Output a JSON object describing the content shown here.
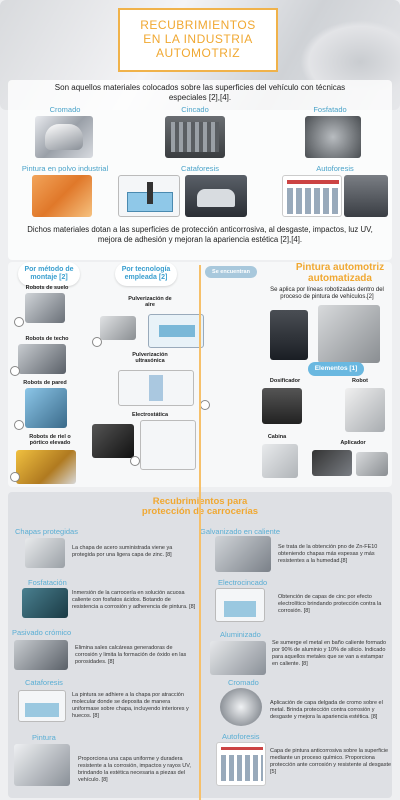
{
  "title": {
    "line1": "RECUBRIMIENTOS",
    "line2": "EN LA INDUSTRIA",
    "line3": "AUTOMOTRIZ"
  },
  "intro": "Son aquellos materiales colocados sobre las superficies del vehículo con técnicas especiales [2],[4].",
  "materials": [
    {
      "label": "Cromado"
    },
    {
      "label": "Cincado"
    },
    {
      "label": "Fosfatado"
    },
    {
      "label": "Pintura en polvo industrial"
    },
    {
      "label": "Cataforesis"
    },
    {
      "label": "Autoforesis"
    }
  ],
  "summary": "Dichos materiales dotan a las superficies de protección anticorrosiva, al desgaste, impactos, luz UV, mejora de adhesión y mejoran la apariencia estética [2],[4].",
  "mounting": {
    "pill": "Por método de montaje [2]",
    "items": [
      "Robots de suelo",
      "Robots de techo",
      "Robots de pared",
      "Robots de riel o pórtico elevado"
    ]
  },
  "technology": {
    "pill": "Por tecnología empleada [2]",
    "items": [
      "Pulverización de aire",
      "Pulverización ultrasónica",
      "Electrostática"
    ]
  },
  "connector": "Se encuentran",
  "painting": {
    "title": "Pintura automotriz automatizada",
    "desc": "Se aplica por líneas robotizadas dentro del proceso de pintura de vehículos.[2]",
    "elements_pill": "Elementos [1]",
    "elements": [
      "Dosificador",
      "Robot",
      "Cabina",
      "Aplicador"
    ]
  },
  "protection": {
    "title_line1": "Recubrimientos para",
    "title_line2": "protección de carrocerías",
    "left": [
      {
        "title": "Chapas protegidas",
        "text": "La chapa de acero suministrada viene ya protegida por una ligera capa de zinc. [8]"
      },
      {
        "title": "Fosfatación",
        "text": "Inmersión de la carrocería en solución acuosa caliente con fosfatos ácidos. Botando de resistencia a corrosión y adherencia de pintura. [8]"
      },
      {
        "title": "Pasivado crómico",
        "text": "Elimina sales calcáreas generadoras de corrosión y limita la formación de óxido en las porosidades. [8]"
      },
      {
        "title": "Cataforesis",
        "text": "La pintura se adhiere a la chapa por atracción molecular donde se deposita de manera uniformase sobre chapa, incluyendo interiores y huecos. [8]"
      },
      {
        "title": "Pintura",
        "text": "Proporciona una capa uniforme y duradera resistente a la corrosión, impactos y rayos UV, brindando la estética necesaria a piezas del vehículo. [8]"
      }
    ],
    "right": [
      {
        "title": "Galvanizado en caliente",
        "text": "Se trata de la obtención pno de Zn-FE10 obteniendo chapas más espesas y más resistentes a la humedad.[8]"
      },
      {
        "title": "Electrocincado",
        "text": "Obtención de capas de cinc por efecto electrolítico brindando protección contra la corrosión. [8]"
      },
      {
        "title": "Aluminizado",
        "text": "Se sumerge el metal en baño caliente formado por 90% de aluminio y 10% de silicio. Indicado para aquellos metales que se van a estampar en caliente. [8]"
      },
      {
        "title": "Cromado",
        "text": "Aplicación de capa delgada de cromo sobre el metal. Brinda protección contra corrosión y desgaste y mejora la apariencia estética. [8]"
      },
      {
        "title": "Autoforesis",
        "text": "Capa de pintura anticorrosiva sobre la superficie mediante un proceso químico. Proporciona protección ante corrosión y resistente al desgaste [5]"
      }
    ]
  },
  "colors": {
    "accent_orange": "#f0a832",
    "accent_blue": "#4aa3c9"
  }
}
